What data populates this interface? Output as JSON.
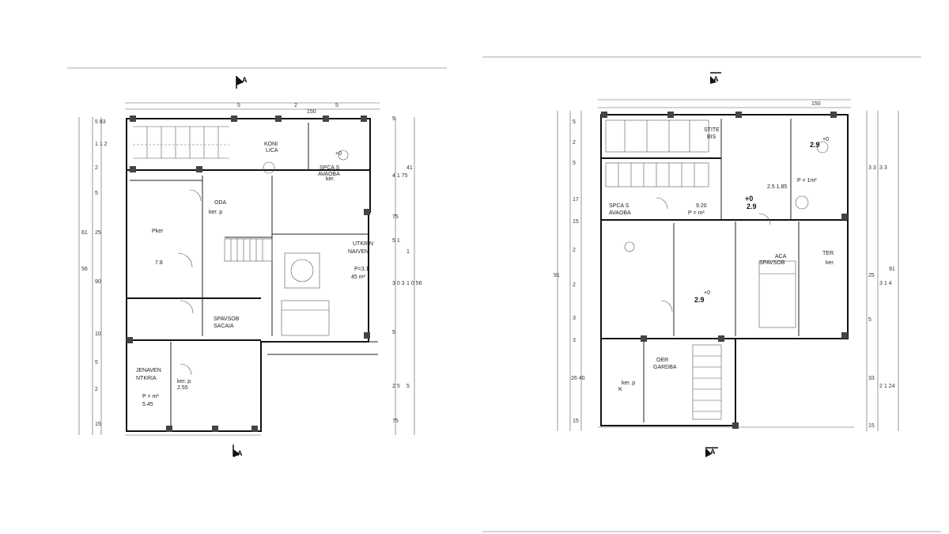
{
  "plans": [
    {
      "name": "left-floor-plan",
      "section_marks": [
        "A",
        "A"
      ],
      "rooms": [
        {
          "key": "balcony",
          "label": "KONI",
          "sub": "LICA"
        },
        {
          "key": "bath-top",
          "label": "SPCA S",
          "sub": "AVAOBA"
        },
        {
          "key": "bath-top-area",
          "label": "+0",
          "sub": "ker."
        },
        {
          "key": "living",
          "label": "ODA",
          "sub": "ker. p"
        },
        {
          "key": "living-area",
          "label": "7.8",
          "sub": "Pker"
        },
        {
          "key": "kitchen",
          "label": "UTKRIN",
          "sub": "NAIVEN"
        },
        {
          "key": "kitchen-area",
          "label": "P=3.1",
          "sub": "45 m²"
        },
        {
          "key": "bedroom",
          "label": "SPAVSOB",
          "sub": "SACAIA"
        },
        {
          "key": "entry",
          "label": "JENAVEN",
          "sub": "NTKRIA"
        },
        {
          "key": "entry-area",
          "label": "P = m²",
          "sub": "5.45"
        },
        {
          "key": "hall",
          "label": "2.55",
          "sub": "ker. p"
        }
      ],
      "dims_top": [
        "5",
        "2",
        "5",
        "150"
      ],
      "dims_left": [
        "5 83",
        "1 1 2",
        "2",
        "5",
        "25",
        "90",
        "10",
        "5",
        "2",
        "15"
      ],
      "dims_left_outer": [
        "61",
        "56"
      ],
      "dims_right": [
        "5",
        "41",
        "4 1 75",
        "75",
        "5 1",
        "1",
        "3 0 3",
        "1 0 56",
        "5",
        "2 5",
        "5",
        "75"
      ]
    },
    {
      "name": "right-floor-plan",
      "section_marks": [
        "A",
        "A"
      ],
      "rooms": [
        {
          "key": "storage",
          "label": "STITE",
          "sub": "BIS"
        },
        {
          "key": "bath-right",
          "label": "2.9",
          "sub": "+0"
        },
        {
          "key": "bath-right-area",
          "label": "P = 1m²",
          "sub": "2.5 1.85"
        },
        {
          "key": "bath-left",
          "label": "SPCA S",
          "sub": "AVAOBA"
        },
        {
          "key": "bath-left-area",
          "label": "9.20",
          "sub": "P = m²"
        },
        {
          "key": "hall-right",
          "label": "+0",
          "sub": "2.9"
        },
        {
          "key": "bedroom-right",
          "label": "ACA",
          "sub": "SPAVSOB"
        },
        {
          "key": "terrace",
          "label": "TER",
          "sub": "ker."
        },
        {
          "key": "stair",
          "label": "2.9",
          "sub": "+0"
        },
        {
          "key": "wardrobe",
          "label": "OER",
          "sub": "GARDBA"
        },
        {
          "key": "wardrobe-area",
          "label": "ker. p",
          "sub": "K"
        }
      ],
      "dims_top": [
        "150"
      ],
      "dims_left": [
        "5",
        "2",
        "5",
        "17",
        "15",
        "2",
        "2",
        "3",
        "3",
        "26 40",
        "15"
      ],
      "dims_left_outer": [
        "91"
      ],
      "dims_right": [
        "3 3",
        "3 3",
        "91",
        "25",
        "3 1 4",
        "5",
        "33",
        "2 1 24",
        "15"
      ]
    }
  ]
}
